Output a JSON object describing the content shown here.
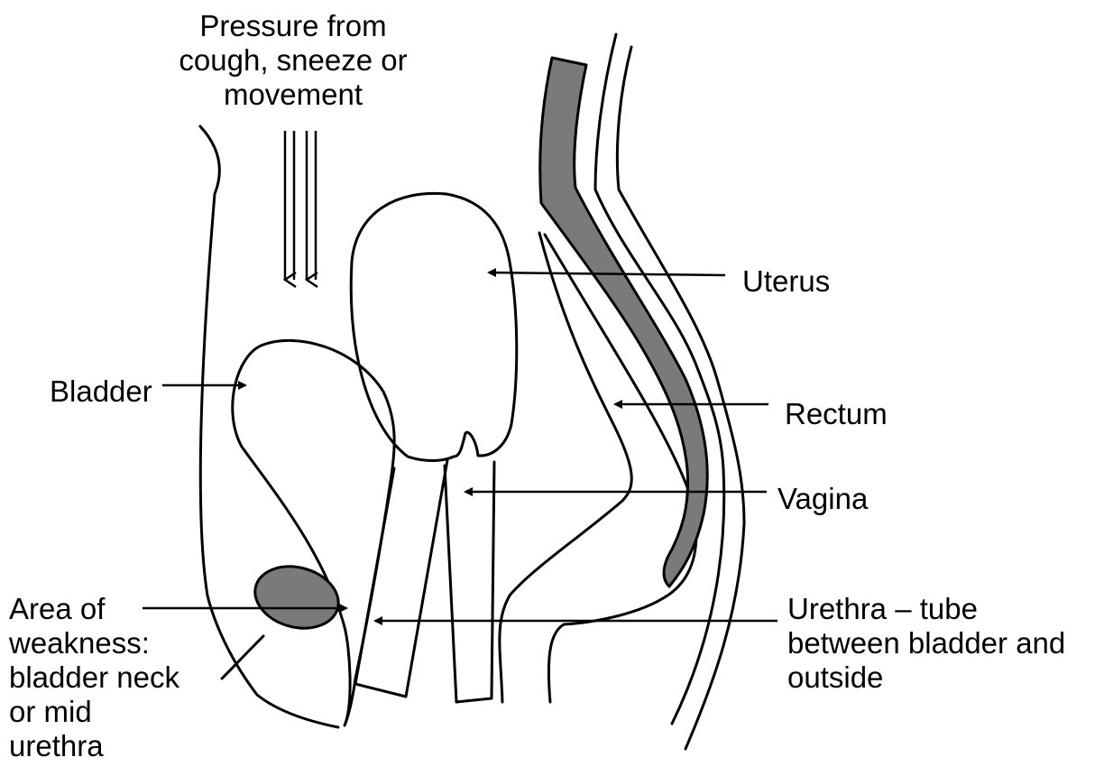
{
  "labels": {
    "pressure": [
      "Pressure from",
      "cough, sneeze or",
      "movement"
    ],
    "uterus": "Uterus",
    "bladder": "Bladder",
    "rectum": "Rectum",
    "vagina": "Vagina",
    "weakness": [
      "Area of",
      "weakness:",
      "bladder neck",
      "or mid",
      "urethra"
    ],
    "urethra": [
      "Urethra – tube",
      "between bladder and",
      "outside"
    ]
  },
  "colors": {
    "line": "#000000",
    "fill_dark": "#7a7a7a",
    "background": "#ffffff"
  }
}
